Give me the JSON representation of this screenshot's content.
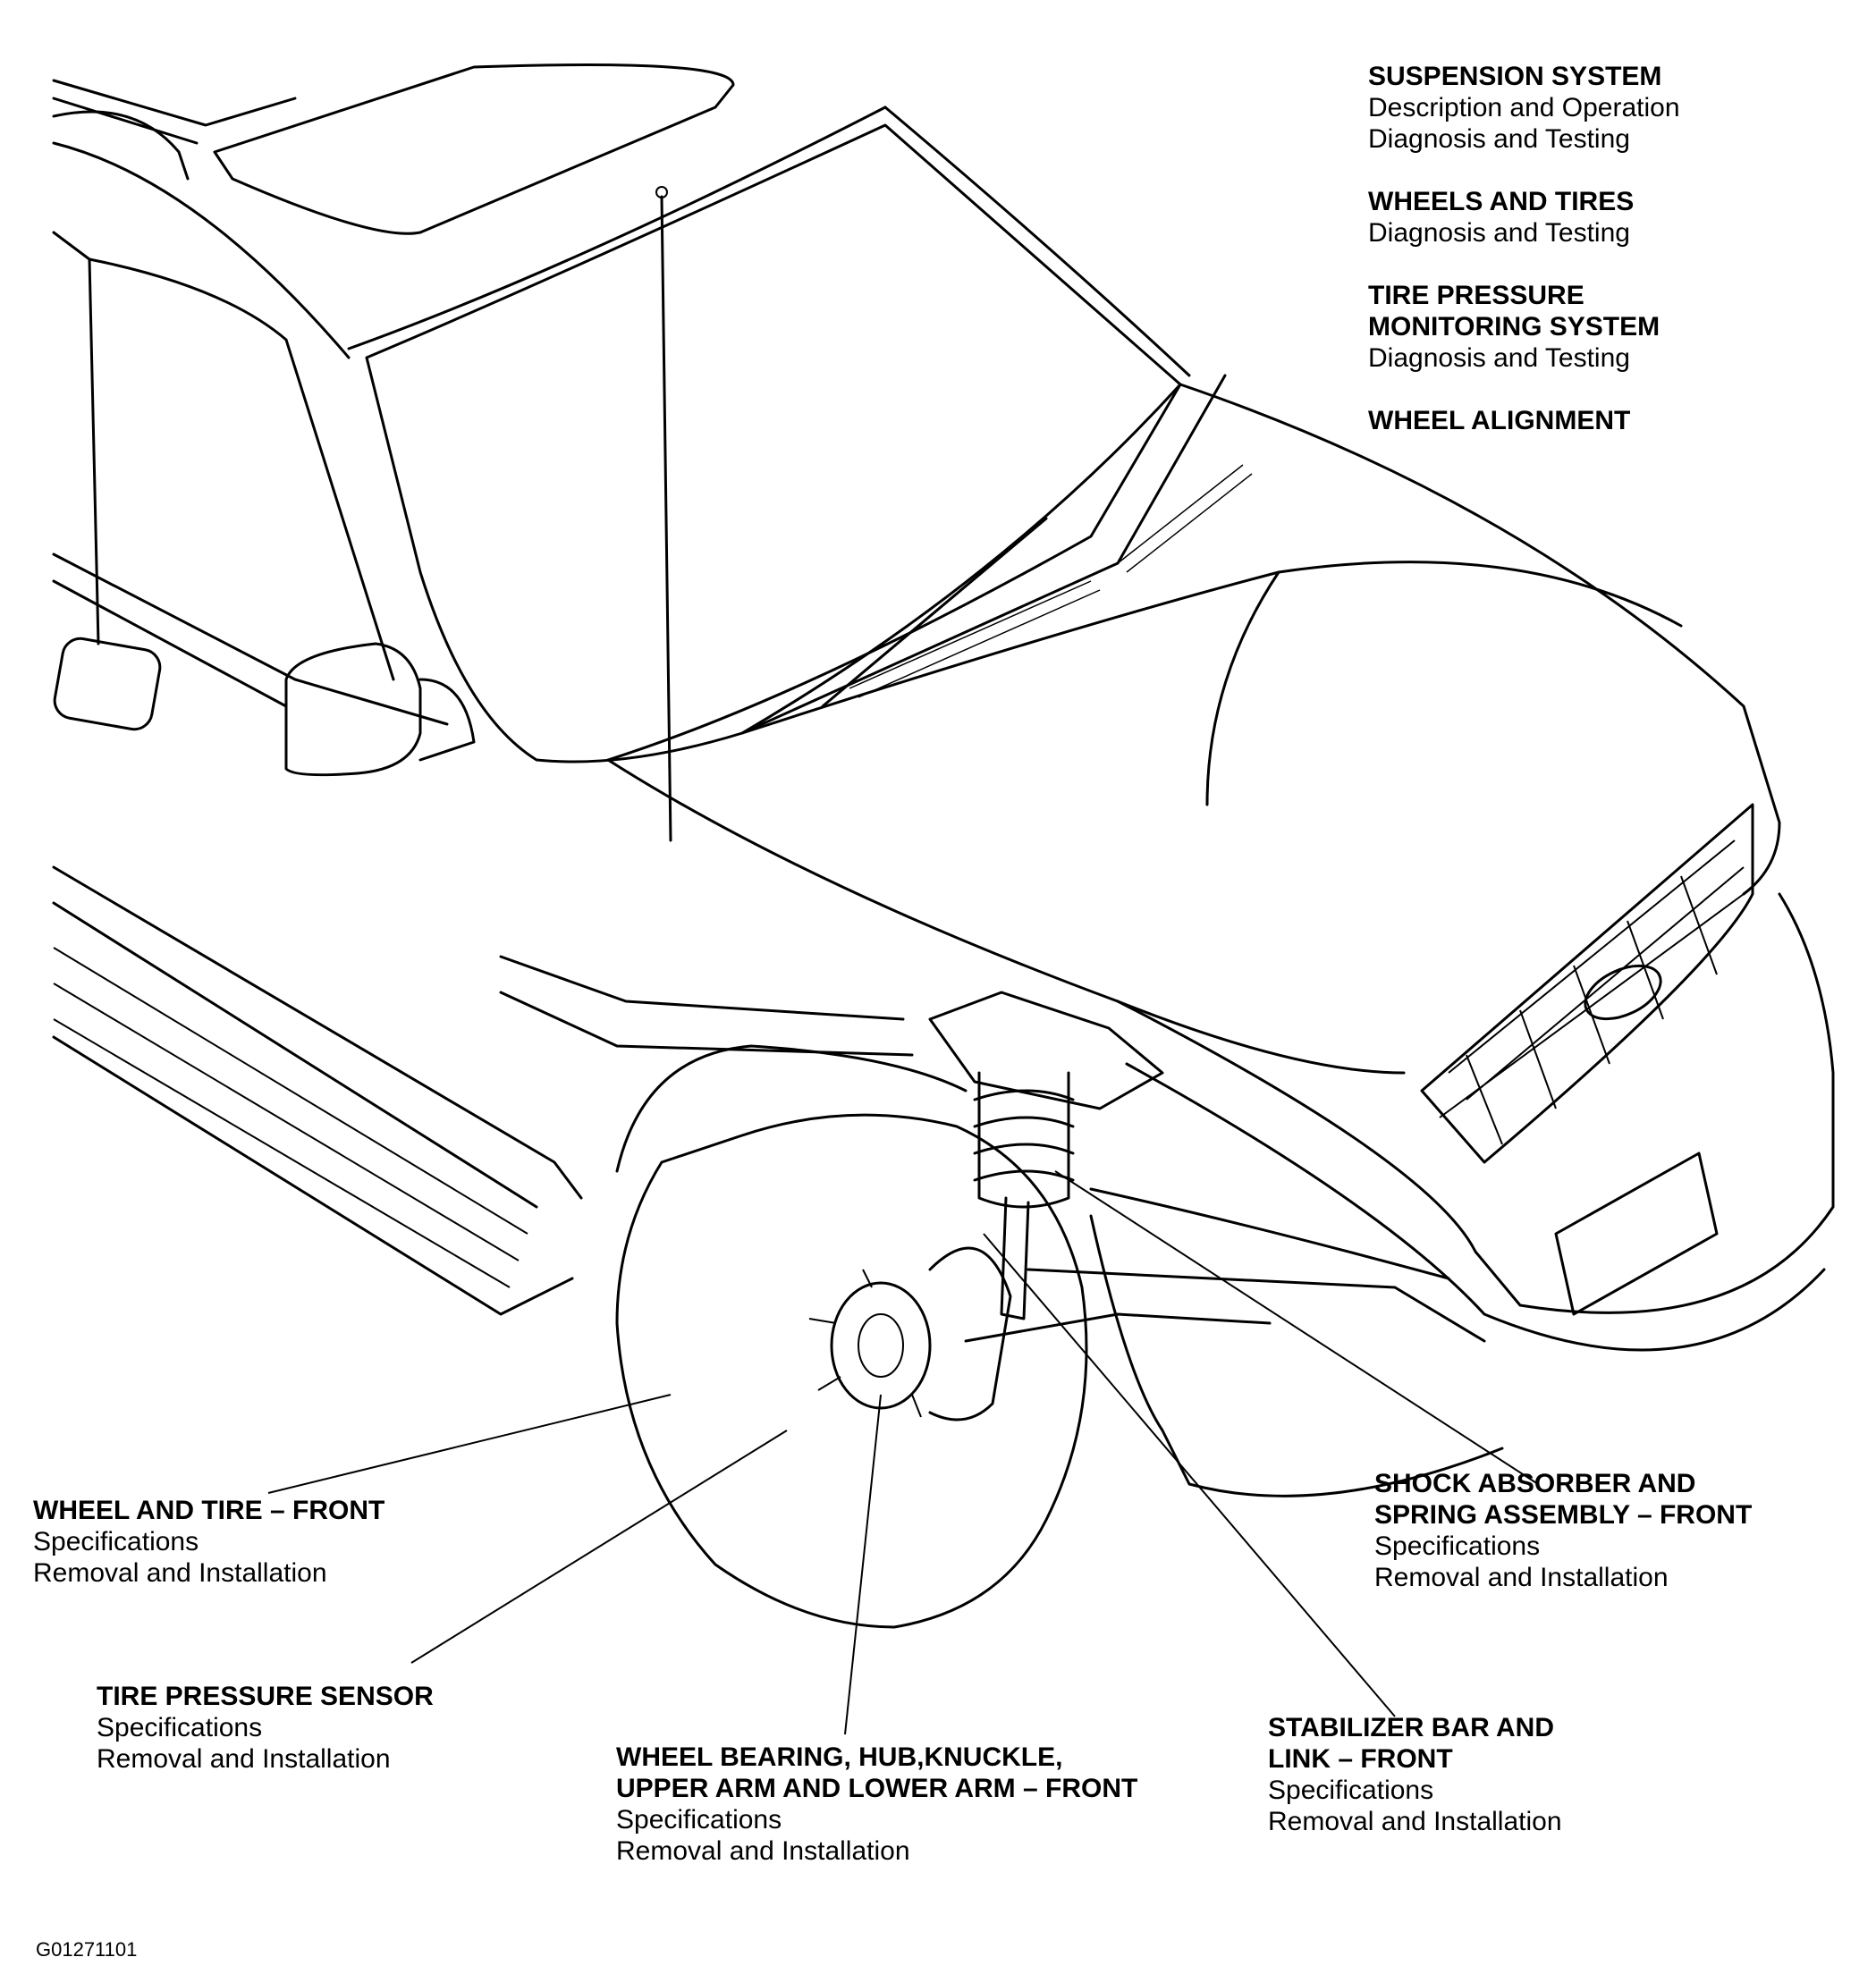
{
  "figure_id": "G01271101",
  "top_index": [
    {
      "heading": "SUSPENSION SYSTEM",
      "subs": [
        "Description and Operation",
        "Diagnosis and Testing"
      ]
    },
    {
      "heading": "WHEELS AND TIRES",
      "subs": [
        "Diagnosis and Testing"
      ]
    },
    {
      "heading_lines": [
        "TIRE PRESSURE",
        "MONITORING SYSTEM"
      ],
      "subs": [
        "Diagnosis and Testing"
      ]
    },
    {
      "heading": "WHEEL ALIGNMENT"
    }
  ],
  "callouts": {
    "wheel_tire": {
      "heading": "WHEEL AND TIRE – FRONT",
      "subs": [
        "Specifications",
        "Removal and Installation"
      ]
    },
    "tire_sensor": {
      "heading": "TIRE PRESSURE SENSOR",
      "subs": [
        "Specifications",
        "Removal and Installation"
      ]
    },
    "wheel_bearing": {
      "heading_lines": [
        "WHEEL BEARING, HUB,KNUCKLE,",
        "UPPER ARM AND LOWER ARM – FRONT"
      ],
      "subs": [
        "Specifications",
        "Removal and Installation"
      ]
    },
    "stabilizer": {
      "heading_lines": [
        "STABILIZER BAR AND",
        "LINK – FRONT"
      ],
      "subs": [
        "Specifications",
        "Removal and Installation"
      ]
    },
    "shock": {
      "heading_lines": [
        "SHOCK ABSORBER AND",
        "SPRING ASSEMBLY – FRONT"
      ],
      "subs": [
        "Specifications",
        "Removal and Installation"
      ]
    }
  }
}
